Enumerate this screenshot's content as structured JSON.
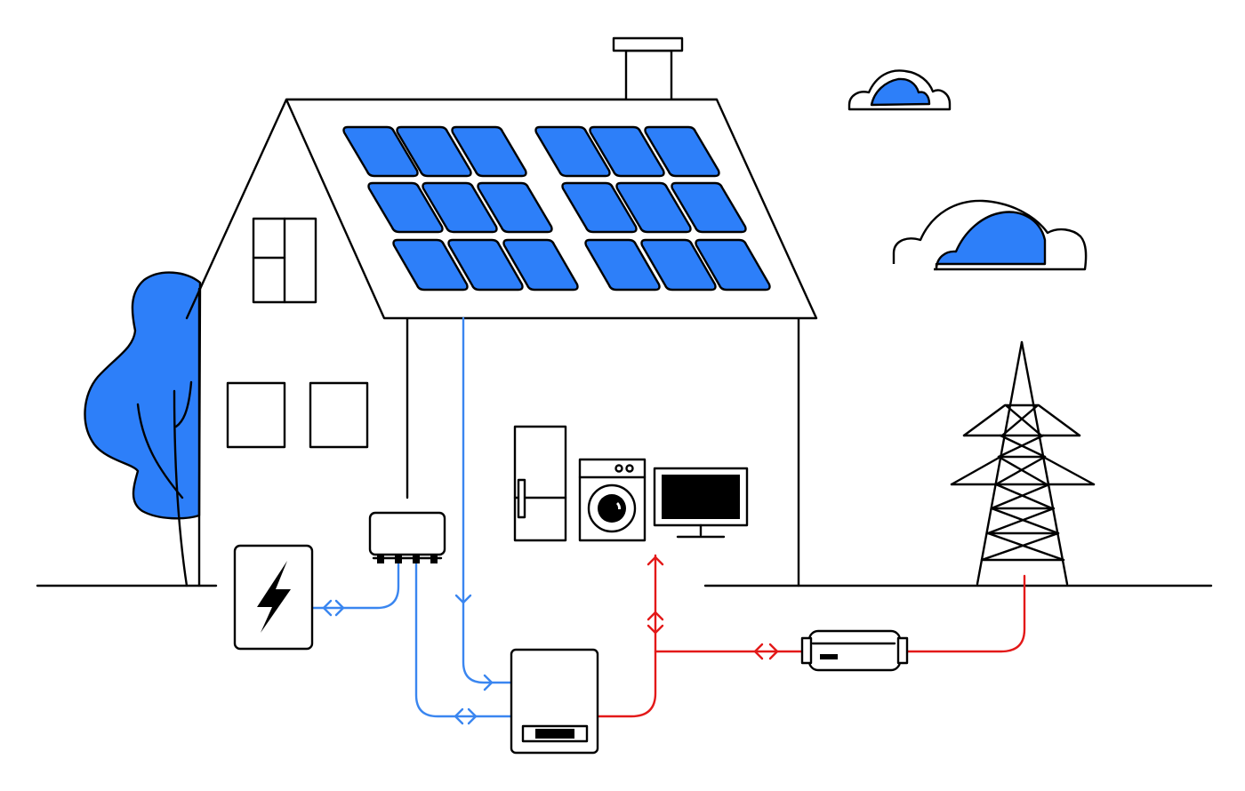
{
  "colors": {
    "accent": "#2d7ff9",
    "solar_flow": "#3a86f0",
    "grid_flow": "#e31919",
    "outline": "#000000",
    "background": "#ffffff"
  },
  "components": [
    "house",
    "solar-panel-array",
    "micro-inverter",
    "battery-storage",
    "hybrid-inverter",
    "home-appliances",
    "smart-meter",
    "power-pylon",
    "tree",
    "clouds"
  ],
  "icons": {
    "battery": "lightning-bolt-icon",
    "appliances": [
      "fridge-icon",
      "washing-machine-icon",
      "tv-icon"
    ]
  }
}
